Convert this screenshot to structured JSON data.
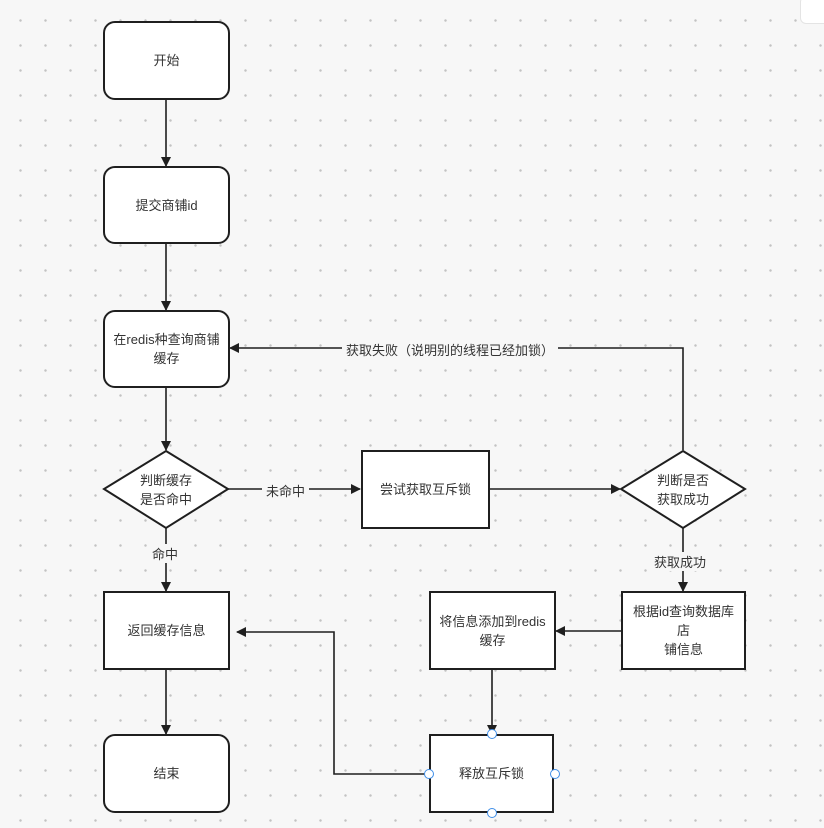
{
  "nodes": {
    "start": "开始",
    "submit": "提交商铺id",
    "query_redis": "在redis种查询商铺\n缓存",
    "check_cache": "判断缓存\n是否命中",
    "try_lock": "尝试获取互斥锁",
    "check_lock": "判断是否\n获取成功",
    "return_info": "返回缓存信息",
    "query_db": "根据id查询数据库店\n铺信息",
    "add_redis": "将信息添加到redis\n缓存",
    "release_lock": "释放互斥锁",
    "end": "结束"
  },
  "edges": {
    "miss": "未命中",
    "hit": "命中",
    "lock_fail": "获取失败（说明别的线程已经加锁）",
    "lock_success": "获取成功"
  },
  "colors": {
    "stroke": "#1f1f1f",
    "handle": "#3f8ee8"
  }
}
